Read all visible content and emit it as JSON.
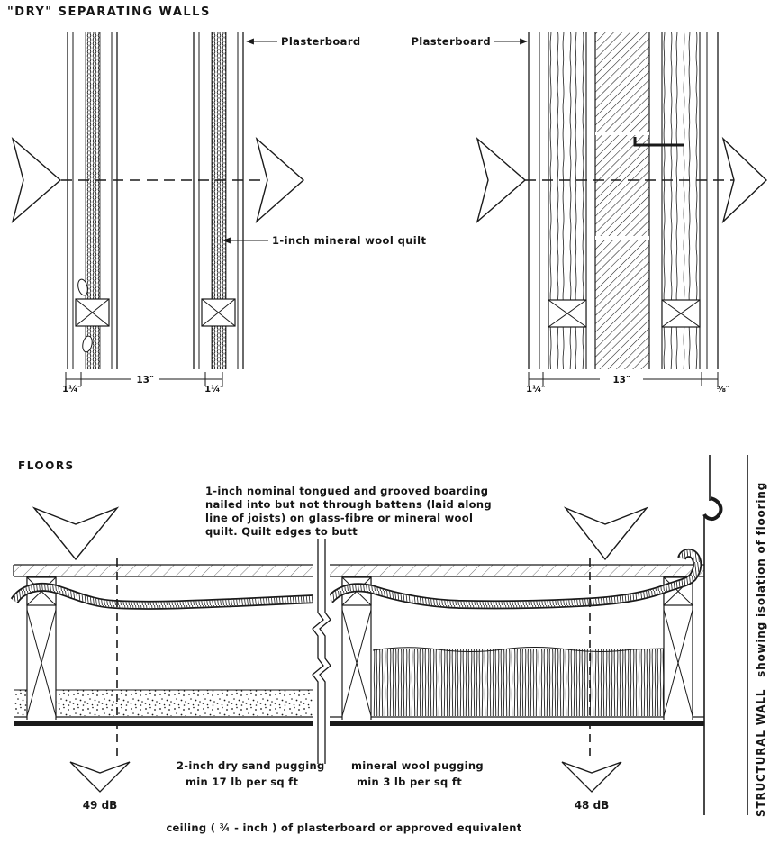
{
  "title": "\"DRY\" SEPARATING WALLS",
  "walls": {
    "left_diagram": {
      "plasterboard_label": "Plasterboard",
      "quilt_label": "1-inch mineral wool quilt",
      "dim_left": "1¼″",
      "dim_mid": "13″",
      "dim_right": "1¼″"
    },
    "right_diagram": {
      "plasterboard_label": "Plasterboard",
      "dim_left": "1¼″",
      "dim_mid": "13″",
      "dim_right": "⅝″"
    }
  },
  "floors": {
    "heading": "FLOORS",
    "note_lines": [
      "1-inch nominal tongued and grooved boarding",
      "nailed into but not through battens (laid along",
      "line of joists) on glass-fibre or mineral wool",
      "quilt. Quilt edges to butt"
    ],
    "sand_pugging_line1": "2-inch dry sand pugging",
    "sand_pugging_line2": "min 17 lb per sq ft",
    "wool_pugging_line1": "mineral wool pugging",
    "wool_pugging_line2": "min 3 lb per sq ft",
    "left_rating": "49 dB",
    "right_rating": "48 dB",
    "ceiling_caption": "ceiling ( ¾ - inch ) of plasterboard or approved equivalent",
    "structural_wall_label": "STRUCTURAL WALL",
    "structural_wall_sublabel": "showing isolation of flooring"
  }
}
